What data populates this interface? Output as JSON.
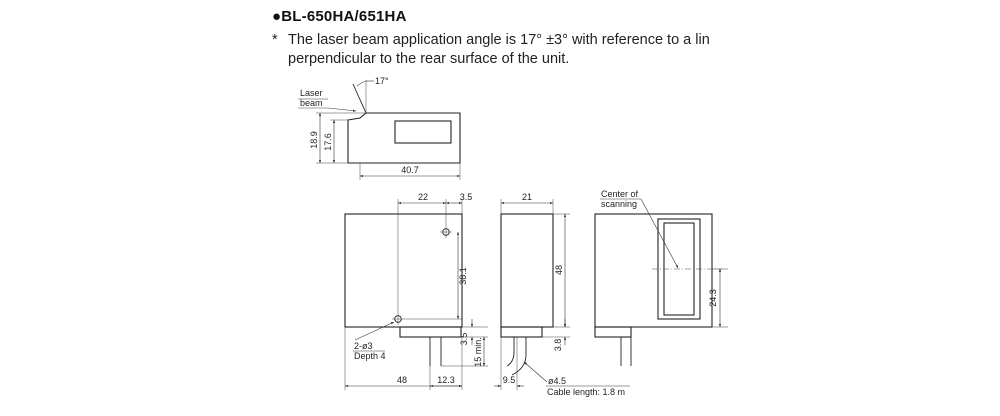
{
  "title": "●BL-650HA/651HA",
  "note": {
    "bullet": "*",
    "line1": "The laser beam application angle is 17° ±3° with reference to a lin",
    "line2": "perpendicular to the rear surface of the unit."
  },
  "side_view": {
    "angle": "17°",
    "laser_label_1": "Laser",
    "laser_label_2": "beam",
    "dim_18_9": "18.9",
    "dim_17_6": "17.6",
    "dim_40_7": "40.7"
  },
  "front_view": {
    "dim_22": "22",
    "dim_3_5_top": "3.5",
    "dim_38_1": "38.1",
    "dim_3_5_bottom": "3.5",
    "dim_15_min": "15 min.",
    "holes_1": "2-ø3",
    "holes_2": "Depth 4",
    "dim_48": "48",
    "dim_12_3": "12.3"
  },
  "mid_view": {
    "dim_21": "21",
    "dim_48": "48",
    "dim_3_8": "3.8",
    "dim_9_5": "9.5",
    "dim_dia": "ø4.5",
    "cable": "Cable length: 1.8 m"
  },
  "right_view": {
    "center_1": "Center of",
    "center_2": "scanning",
    "dim_24_3": "24.3"
  }
}
